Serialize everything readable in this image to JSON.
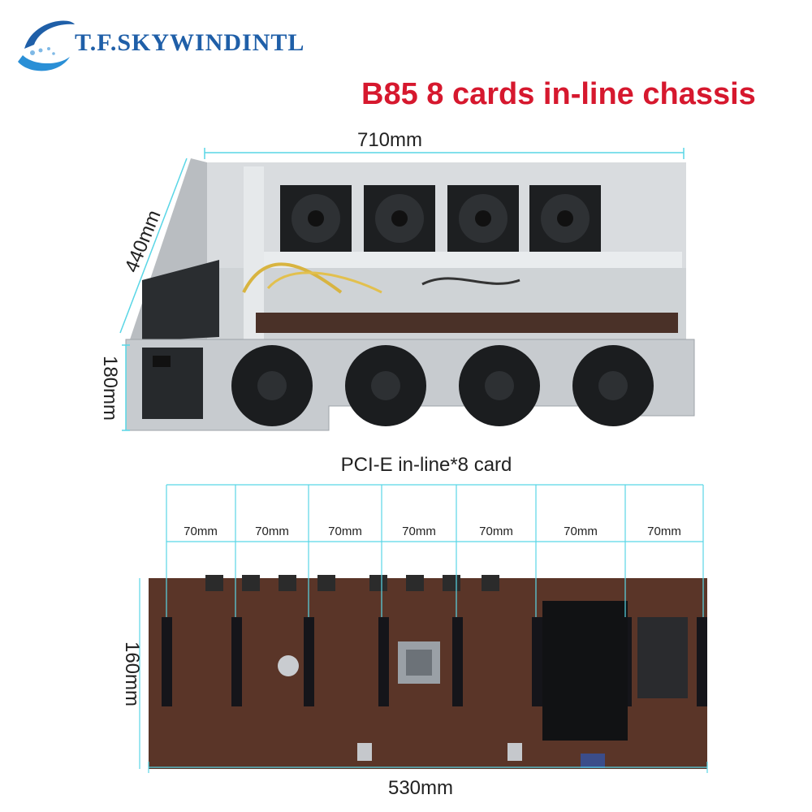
{
  "brand": {
    "name": "T.F.SKYWINDINTL",
    "logo_icon": "swirl-logo-icon",
    "color": "#1f5fa8"
  },
  "headline": {
    "text": "B85 8 cards in-line chassis",
    "color": "#d6182e"
  },
  "chassis": {
    "width_label": "710mm",
    "depth_label": "440mm",
    "height_label": "180mm",
    "front_fans": 4,
    "internal_fans": 4
  },
  "board": {
    "caption": "PCI-E in-line*8 card",
    "pitch_labels": [
      "70mm",
      "70mm",
      "70mm",
      "70mm",
      "70mm",
      "70mm",
      "70mm"
    ],
    "height_label": "160mm",
    "width_label": "530mm",
    "slots": 8
  },
  "colors": {
    "dimension_line": "#59d6e6",
    "pcb": "#5a3528",
    "chassis": "#c7cbcf"
  }
}
